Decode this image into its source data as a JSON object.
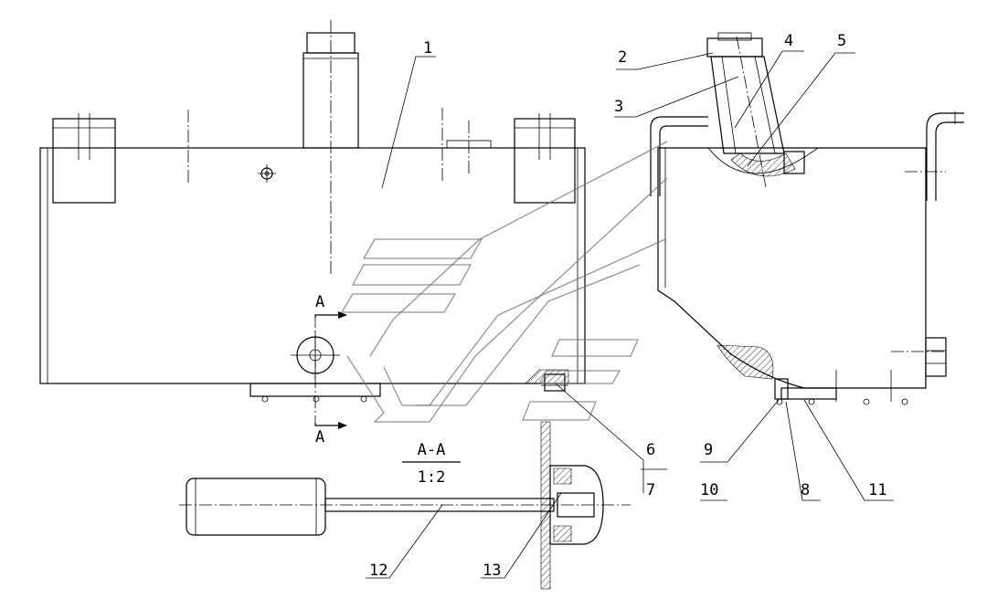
{
  "callouts": [
    "1",
    "2",
    "3",
    "4",
    "5",
    "6",
    "7",
    "8",
    "9",
    "10",
    "11",
    "12",
    "13"
  ],
  "section": {
    "mark": "A",
    "title": "A-A",
    "scale": "1:2"
  }
}
